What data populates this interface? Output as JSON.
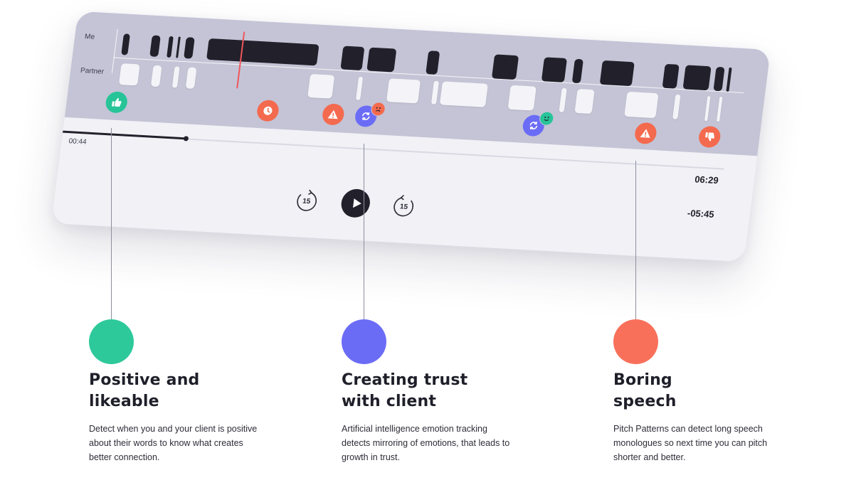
{
  "player": {
    "row_me": "Me",
    "row_partner": "Partner",
    "elapsed": "00:44",
    "total": "06:29",
    "remaining": "-05:45",
    "rewind_label": "15",
    "forward_label": "15",
    "progress_fraction": 0.2
  },
  "features": [
    {
      "title_line1": "Positive and",
      "title_line2": "likeable",
      "description": "Detect when you and your client is positive about their words to know what creates better connection.",
      "color": "#2ec99b"
    },
    {
      "title_line1": "Creating trust",
      "title_line2": "with client",
      "description": "Artificial intelligence emotion tracking detects mirroring of emotions, that leads to growth in trust.",
      "color": "#6b6cf6"
    },
    {
      "title_line1": "Boring",
      "title_line2": "speech",
      "description": "Pitch Patterns can detect long speech monologues so next time you can pitch shorter and better.",
      "color": "#f9705a"
    }
  ],
  "markers": [
    {
      "icon": "thumbs-up-icon",
      "color": "#27c498"
    },
    {
      "icon": "clock-icon",
      "color": "#f46a4e"
    },
    {
      "icon": "warning-icon",
      "color": "#f46a4e"
    },
    {
      "icon": "mirror-sync-icon",
      "color": "#6b6cf6",
      "emoji": "sad-face-icon"
    },
    {
      "icon": "mirror-sync-icon",
      "color": "#6b6cf6",
      "emoji": "happy-face-icon"
    },
    {
      "icon": "warning-icon",
      "color": "#f46a4e"
    },
    {
      "icon": "thumbs-down-icon",
      "color": "#f46a4e"
    }
  ]
}
